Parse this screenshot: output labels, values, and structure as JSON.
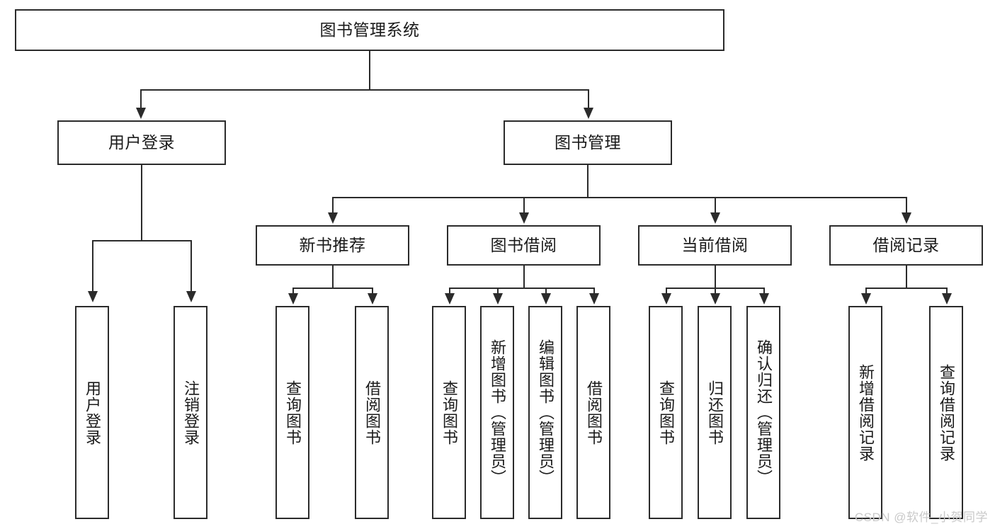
{
  "diagram": {
    "type": "tree-hierarchy",
    "title_node": "图书管理系统",
    "level2": [
      {
        "label": "用户登录"
      },
      {
        "label": "图书管理"
      }
    ],
    "level3": [
      {
        "label": "新书推荐"
      },
      {
        "label": "图书借阅"
      },
      {
        "label": "当前借阅"
      },
      {
        "label": "借阅记录"
      }
    ],
    "leaves": {
      "user_login": [
        "用户登录",
        "注销登录"
      ],
      "new_book_recommend": [
        "查询图书",
        "借阅图书"
      ],
      "book_borrow": [
        "查询图书",
        "新增图书（管理员）",
        "编辑图书（管理员）",
        "借阅图书"
      ],
      "current_borrow": [
        "查询图书",
        "归还图书",
        "确认归还（管理员）"
      ],
      "borrow_record": [
        "新增借阅记录",
        "查询借阅记录"
      ]
    },
    "watermark": "CSDN @软件_小贺同学",
    "colors": {
      "stroke": "#2b2b2b",
      "background": "#ffffff",
      "text": "#1a1a1a",
      "watermark": "#c9c9c9"
    }
  }
}
